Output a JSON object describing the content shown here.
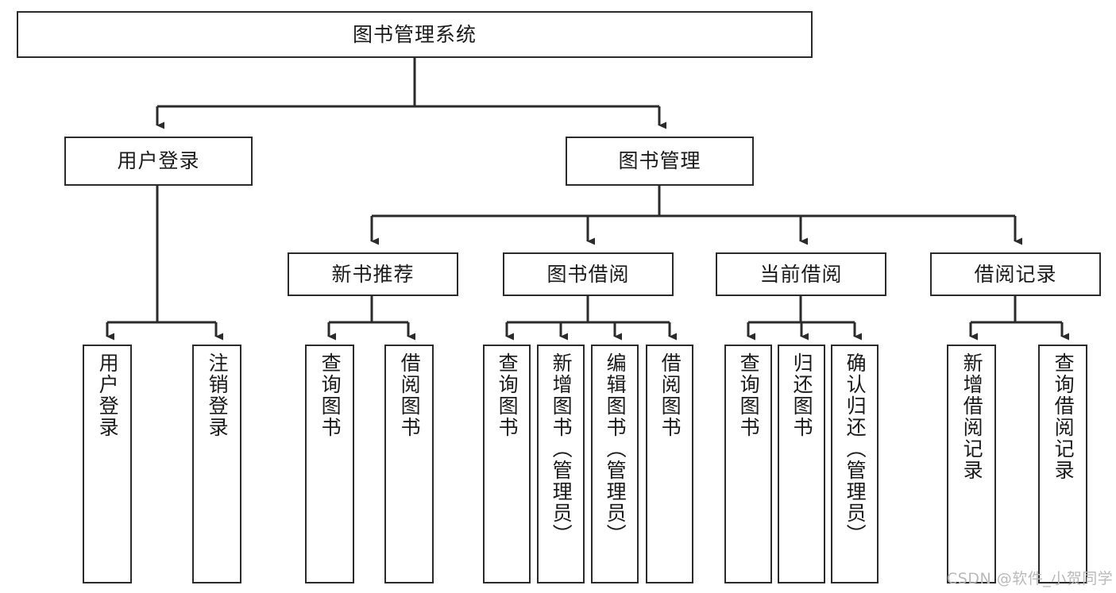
{
  "diagram": {
    "title": "图书管理系统",
    "orientation": "top-down",
    "levels": 4,
    "nodes": {
      "root": {
        "label": "图书管理系统"
      },
      "level2": [
        {
          "id": "user-login",
          "label": "用户登录"
        },
        {
          "id": "book-manage",
          "label": "图书管理"
        }
      ],
      "level3": [
        {
          "id": "new-book-recommend",
          "label": "新书推荐"
        },
        {
          "id": "book-borrow",
          "label": "图书借阅"
        },
        {
          "id": "current-borrow",
          "label": "当前借阅"
        },
        {
          "id": "borrow-record",
          "label": "借阅记录"
        }
      ],
      "leaves": {
        "user-login": [
          {
            "id": "leaf-user-login",
            "label": "用户登录"
          },
          {
            "id": "leaf-logout-login",
            "label": "注销登录"
          }
        ],
        "new-book-recommend": [
          {
            "id": "leaf-query-book-1",
            "label": "查询图书"
          },
          {
            "id": "leaf-borrow-book-1",
            "label": "借阅图书"
          }
        ],
        "book-borrow": [
          {
            "id": "leaf-query-book-2",
            "label": "查询图书"
          },
          {
            "id": "leaf-add-book",
            "label": "新增图书（管理员）"
          },
          {
            "id": "leaf-edit-book",
            "label": "编辑图书（管理员）"
          },
          {
            "id": "leaf-borrow-book-2",
            "label": "借阅图书"
          }
        ],
        "current-borrow": [
          {
            "id": "leaf-query-book-3",
            "label": "查询图书"
          },
          {
            "id": "leaf-return-book",
            "label": "归还图书"
          },
          {
            "id": "leaf-confirm-return",
            "label": "确认归还（管理员）"
          }
        ],
        "borrow-record": [
          {
            "id": "leaf-add-record",
            "label": "新增借阅记录"
          },
          {
            "id": "leaf-query-record",
            "label": "查询借阅记录"
          }
        ]
      }
    },
    "colors": {
      "border": "#2b2b2b",
      "fill": "#ffffff",
      "text": "#1a1a1a",
      "edge": "#2b2b2b",
      "watermark": "#b9b9b9"
    }
  },
  "watermark": {
    "text": "CSDN @软件_小贺同学"
  }
}
